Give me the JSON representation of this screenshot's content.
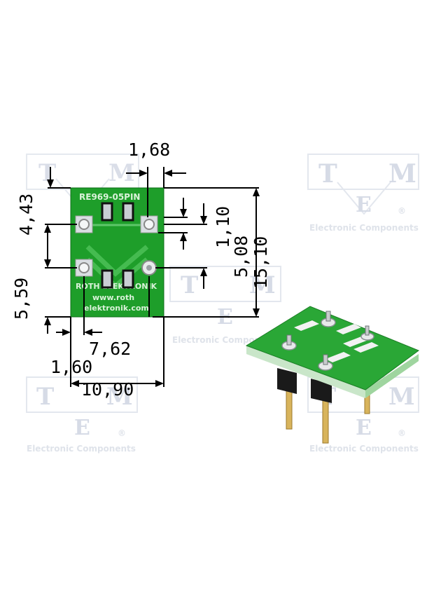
{
  "watermark": {
    "letters": [
      "T",
      "M",
      "E"
    ],
    "caption": "Electronic Components",
    "registered": "®"
  },
  "board": {
    "part_number": "RE969-05PIN",
    "brand": "ROTH ELEKTRONIK",
    "url_line1": "www.roth",
    "url_line2": "elektronik.com",
    "color": "#1e9e2a"
  },
  "dimensions": {
    "pad_width": "1,68",
    "top_offset": "4,43",
    "pad_height": "1,10",
    "pin_pitch_y": "5,08",
    "board_length": "15,10",
    "left_offset": "5,59",
    "pin_pitch_x": "7,62",
    "edge_offset": "1,60",
    "board_width": "10,90"
  }
}
